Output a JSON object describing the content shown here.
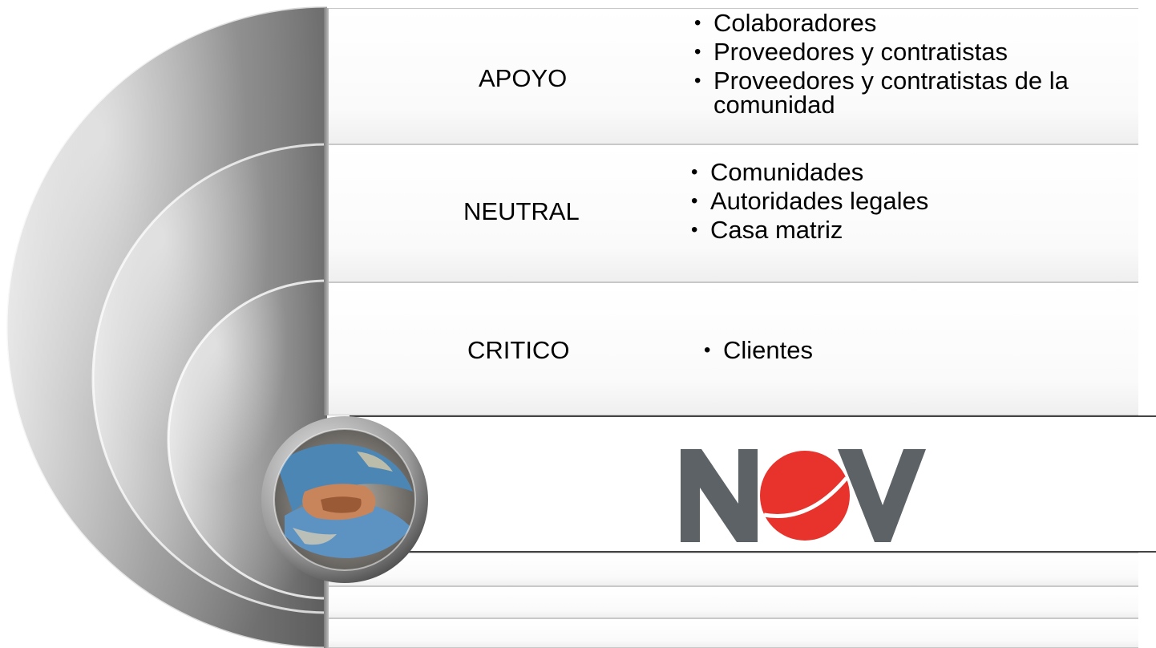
{
  "levels": [
    {
      "label": "APOYO",
      "items": [
        "Colaboradores",
        "Proveedores y contratistas",
        "Proveedores y contratistas de la comunidad"
      ]
    },
    {
      "label": "NEUTRAL",
      "items": [
        "Comunidades",
        "Autoridades legales",
        "Casa matriz"
      ]
    },
    {
      "label": "CRITICO",
      "items": [
        "Clientes"
      ]
    }
  ],
  "logo": {
    "text": "NOV",
    "gray": "#5d6266",
    "red": "#e8322c"
  },
  "center_image": {
    "icon": "hands-globe-icon"
  },
  "colors": {
    "arc_light": "#d9d9d9",
    "arc_dark": "#7a7a7a"
  }
}
